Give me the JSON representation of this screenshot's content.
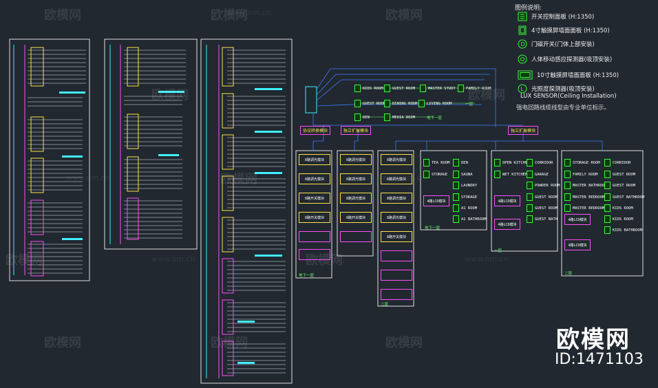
{
  "legend": {
    "title": "图例说明:",
    "items": [
      {
        "icon": "switch-panel-icon",
        "text": "开关控制面板 (H:1350)"
      },
      {
        "icon": "touch-panel-4in-icon",
        "text": "4寸触摸屏墙面面板 (H:1350)"
      },
      {
        "icon": "door-switch-icon",
        "text": "门磁开关(门体上部安装)"
      },
      {
        "icon": "motion-sensor-icon",
        "text": "人体移动感应探测器(吸顶安装)"
      },
      {
        "icon": "touch-panel-10in-icon",
        "text": "10寸触摸屏墙面面板 (H:1350)"
      },
      {
        "icon": "lux-sensor-icon",
        "text": "光照度探测器(吸顶安装)"
      }
    ],
    "lux_english": "LUX SENSOR(Ceiling Installation)",
    "note": "强电回路线缆线型由专业单位标示。"
  },
  "watermarks": {
    "brand": "欧模网",
    "url": "www.om.cn"
  },
  "branding": {
    "name": "欧模网",
    "id": "ID:1471103"
  },
  "top_rooms": {
    "row1": [
      "KIDS ROOM",
      "GUEST ROOM",
      "MASTER STUDY",
      "FAMILY ROOM"
    ],
    "row2": [
      "GUEST ROOM",
      "DINING ROOM",
      "LIVING ROOM"
    ],
    "row3": [
      "DEN",
      "MEDIA ROOM"
    ],
    "floor_labels": [
      "一层",
      "地下一层"
    ]
  },
  "headers": {
    "h1": "协议转换模块",
    "h2": "独立扩展模块",
    "h3": "独立扩展模块"
  },
  "modules": {
    "dimmer8": "8路调光模块",
    "switch8": "8路开关模块",
    "lcu": "4路LCD模块"
  },
  "zones": {
    "basement": {
      "label": "地下一层",
      "rooms": [
        "TEA ROOM",
        "STORAGE",
        "DEN",
        "SAUNA",
        "LAUNDRY",
        "STORAGE",
        "A1 ROOM",
        "A1 BATHROOM"
      ]
    },
    "first": {
      "label": "一层",
      "rooms": [
        "OPEN KITCHEN",
        "CORRIDOR",
        "WET KITCHEN",
        "GARAGE",
        "POWDER ROOM",
        "GUEST ROOM",
        "GUEST ROOM",
        "GUEST BATH"
      ]
    },
    "second": {
      "label": "二层",
      "rooms": [
        "STORAGE ROOM",
        "CORRIDOR",
        "FAMILY ROOM",
        "GUEST ROOM",
        "MASTER BATHROOM",
        "GUEST ROOM",
        "MASTER BEDROOM",
        "GUEST BATHROOM",
        "MASTER BEDROOM",
        "KIDS ROOM",
        "KIDS ROOM",
        "KIDS BATHROOM"
      ]
    }
  },
  "floor_labels": {
    "module_basement": "地下一层",
    "module_second": "二层"
  },
  "colors": {
    "background": "#212830",
    "green": "#38ff38",
    "cyan": "#3ff0ff",
    "magenta": "#ff4ff7",
    "yellow": "#ffe24a"
  }
}
